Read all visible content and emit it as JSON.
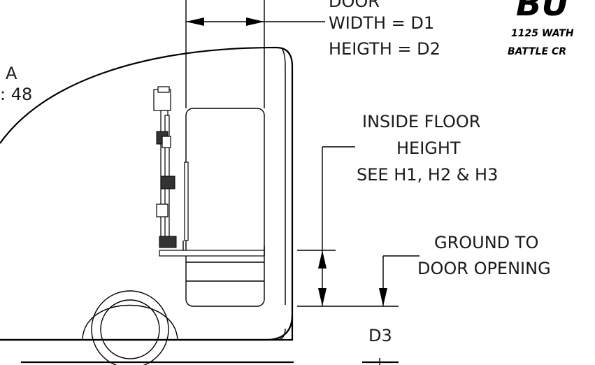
{
  "logo": {
    "brand_fragment": "BU",
    "address_line1": "1125 WATH",
    "address_line2": "BATTLE CR"
  },
  "labels": {
    "door_top": "DOOR",
    "door_width": "WIDTH  = D1",
    "door_height": "HEIGTH = D2",
    "view_letter": "A",
    "scale": ": 48",
    "inside_floor_1": "INSIDE FLOOR",
    "inside_floor_2": "HEIGHT",
    "inside_floor_3": "SEE H1, H2 & H3",
    "ground_1": "GROUND TO",
    "ground_2": "DOOR OPENING",
    "d3": "D3"
  },
  "colors": {
    "line": "#000000",
    "text": "#1a1a1a",
    "background": "#ffffff"
  }
}
